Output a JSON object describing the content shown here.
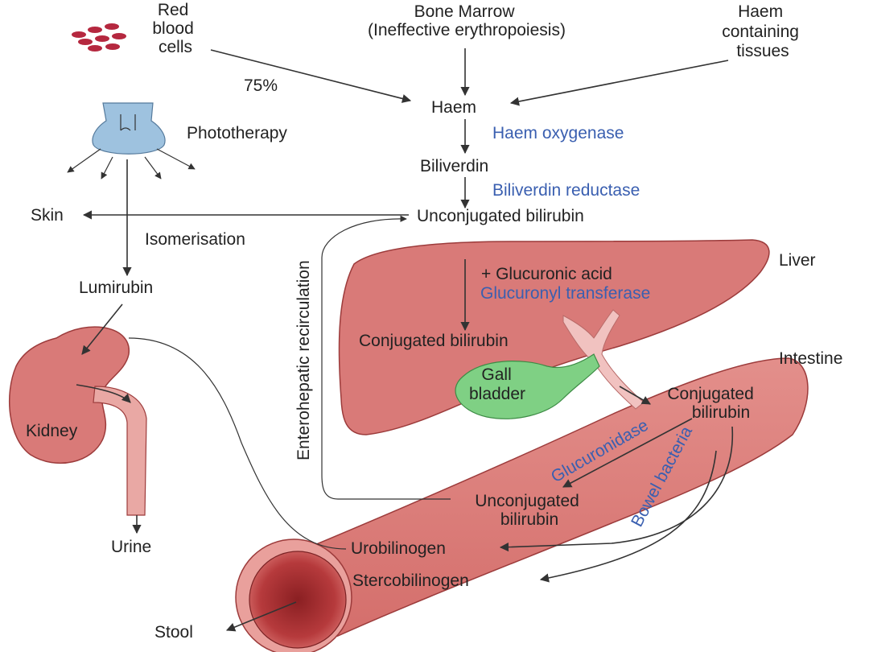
{
  "colors": {
    "enzyme": "#3a5fb0",
    "organ_fill": "#d97a78",
    "organ_edge": "#9c3b3b",
    "gall_fill": "#7fd084",
    "lamp_fill": "#9ec2df",
    "rbc": "#b5283f"
  },
  "labels": {
    "red_blood_cells": [
      "Red",
      "blood",
      "cells"
    ],
    "bone_marrow": [
      "Bone Marrow",
      "(Ineffective erythropoiesis)"
    ],
    "haem_tissues": [
      "Haem",
      "containing",
      "tissues"
    ],
    "percent": "75%",
    "haem": "Haem",
    "haem_oxygenase": "Haem oxygenase",
    "biliverdin": "Biliverdin",
    "biliverdin_reductase": "Biliverdin reductase",
    "unconjugated_bilirubin": "Unconjugated bilirubin",
    "phototherapy": "Phototherapy",
    "skin": "Skin",
    "isomerisation": "Isomerisation",
    "lumirubin": "Lumirubin",
    "liver": "Liver",
    "glucuronic_acid": "+ Glucuronic acid",
    "glucuronyl_transferase": "Glucuronyl transferase",
    "conjugated_bilirubin": "Conjugated bilirubin",
    "intestine": "Intestine",
    "gall_bladder": [
      "Gall",
      "bladder"
    ],
    "intestine_conjugated": [
      "Conjugated",
      "bilirubin"
    ],
    "enterohepatic": "Enterohepatic recirculation",
    "glucuronidase": "Glucuronidase",
    "bowel_bacteria": "Bowel bacteria",
    "intestine_unconjugated": [
      "Unconjugated",
      "bilirubin"
    ],
    "kidney": "Kidney",
    "urine": "Urine",
    "urobilinogen": "Urobilinogen",
    "stercobilinogen": "Stercobilinogen",
    "stool": "Stool"
  }
}
